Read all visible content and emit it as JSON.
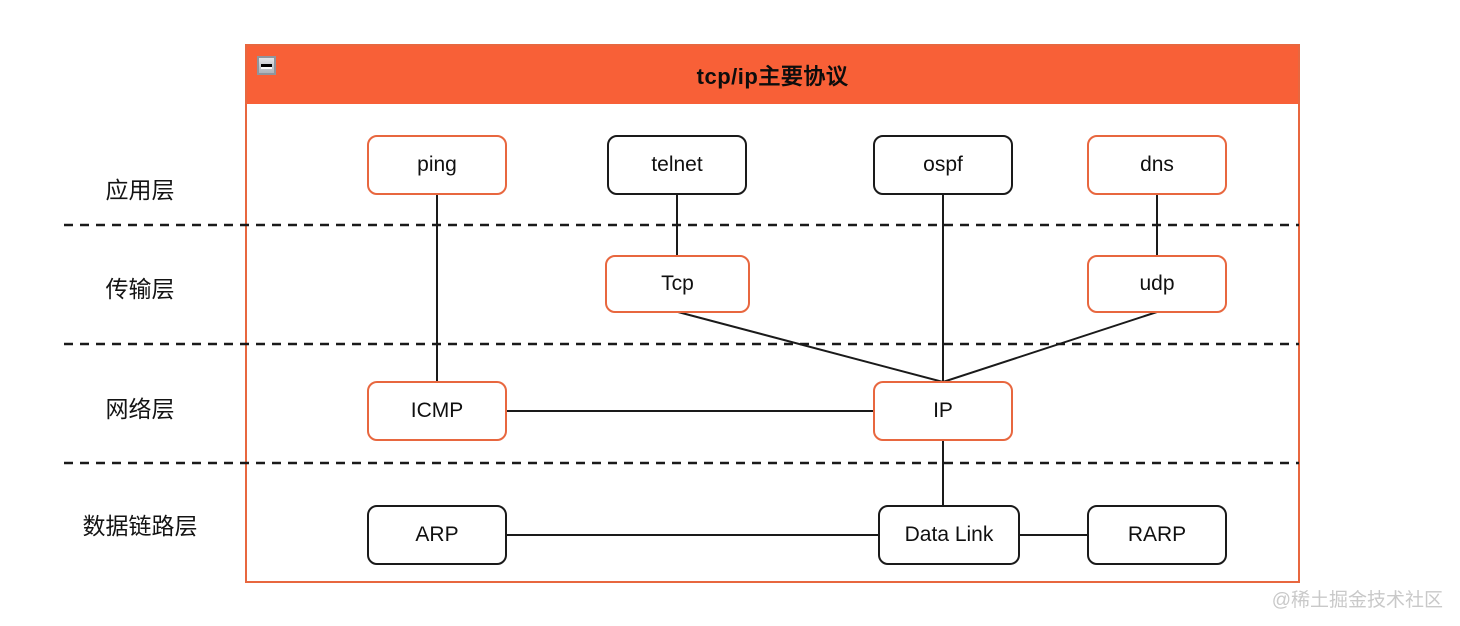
{
  "window": {
    "title": "tcp/ip主要协议",
    "minimize_icon": "minimize"
  },
  "layers": [
    {
      "label": "应用层"
    },
    {
      "label": "传输层"
    },
    {
      "label": "网络层"
    },
    {
      "label": "数据链路层"
    }
  ],
  "nodes": [
    {
      "id": "ping",
      "label": "ping",
      "layer": "应用层",
      "accent": true
    },
    {
      "id": "telnet",
      "label": "telnet",
      "layer": "应用层",
      "accent": false
    },
    {
      "id": "ospf",
      "label": "ospf",
      "layer": "应用层",
      "accent": false
    },
    {
      "id": "dns",
      "label": "dns",
      "layer": "应用层",
      "accent": true
    },
    {
      "id": "tcp",
      "label": "Tcp",
      "layer": "传输层",
      "accent": true
    },
    {
      "id": "udp",
      "label": "udp",
      "layer": "传输层",
      "accent": true
    },
    {
      "id": "icmp",
      "label": "ICMP",
      "layer": "网络层",
      "accent": true
    },
    {
      "id": "ip",
      "label": "IP",
      "layer": "网络层",
      "accent": true
    },
    {
      "id": "arp",
      "label": "ARP",
      "layer": "数据链路层",
      "accent": false
    },
    {
      "id": "datalink",
      "label": "Data Link",
      "layer": "数据链路层",
      "accent": false
    },
    {
      "id": "rarp",
      "label": "RARP",
      "layer": "数据链路层",
      "accent": false
    }
  ],
  "edges": [
    {
      "from": "ping",
      "to": "ICMP"
    },
    {
      "from": "telnet",
      "to": "Tcp"
    },
    {
      "from": "ospf",
      "to": "IP"
    },
    {
      "from": "dns",
      "to": "udp"
    },
    {
      "from": "Tcp",
      "to": "IP"
    },
    {
      "from": "udp",
      "to": "IP"
    },
    {
      "from": "ICMP",
      "to": "IP"
    },
    {
      "from": "IP",
      "to": "Data Link"
    },
    {
      "from": "ARP",
      "to": "Data Link"
    },
    {
      "from": "Data Link",
      "to": "RARP"
    }
  ],
  "colors": {
    "titlebar": "#F86037",
    "accent_border": "#E8673F",
    "node_border": "#1A1A1A",
    "line": "#1A1A1A",
    "watermark": "#C9C9C9"
  },
  "watermark": "@稀土掘金技术社区"
}
